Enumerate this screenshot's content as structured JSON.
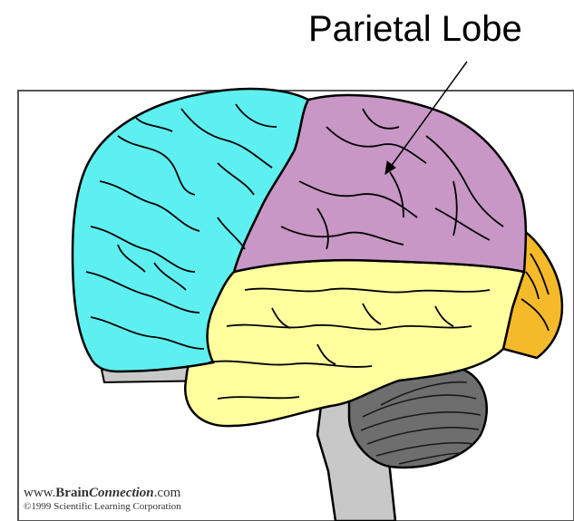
{
  "callout": {
    "label": "Parietal Lobe"
  },
  "credit": {
    "site_prefix": "www.",
    "site_brand": "Brain",
    "site_brand_italic": "Connection",
    "site_suffix": ".com",
    "copyright": "©1999 Scientific Learning Corporation"
  },
  "colors": {
    "frontal": "#5ef0f0",
    "parietal": "#c897c6",
    "temporal": "#ffff9e",
    "occipital": "#f5ba2a",
    "cerebellum": "#6e6e6e",
    "brainstem": "#c8c8c8"
  }
}
